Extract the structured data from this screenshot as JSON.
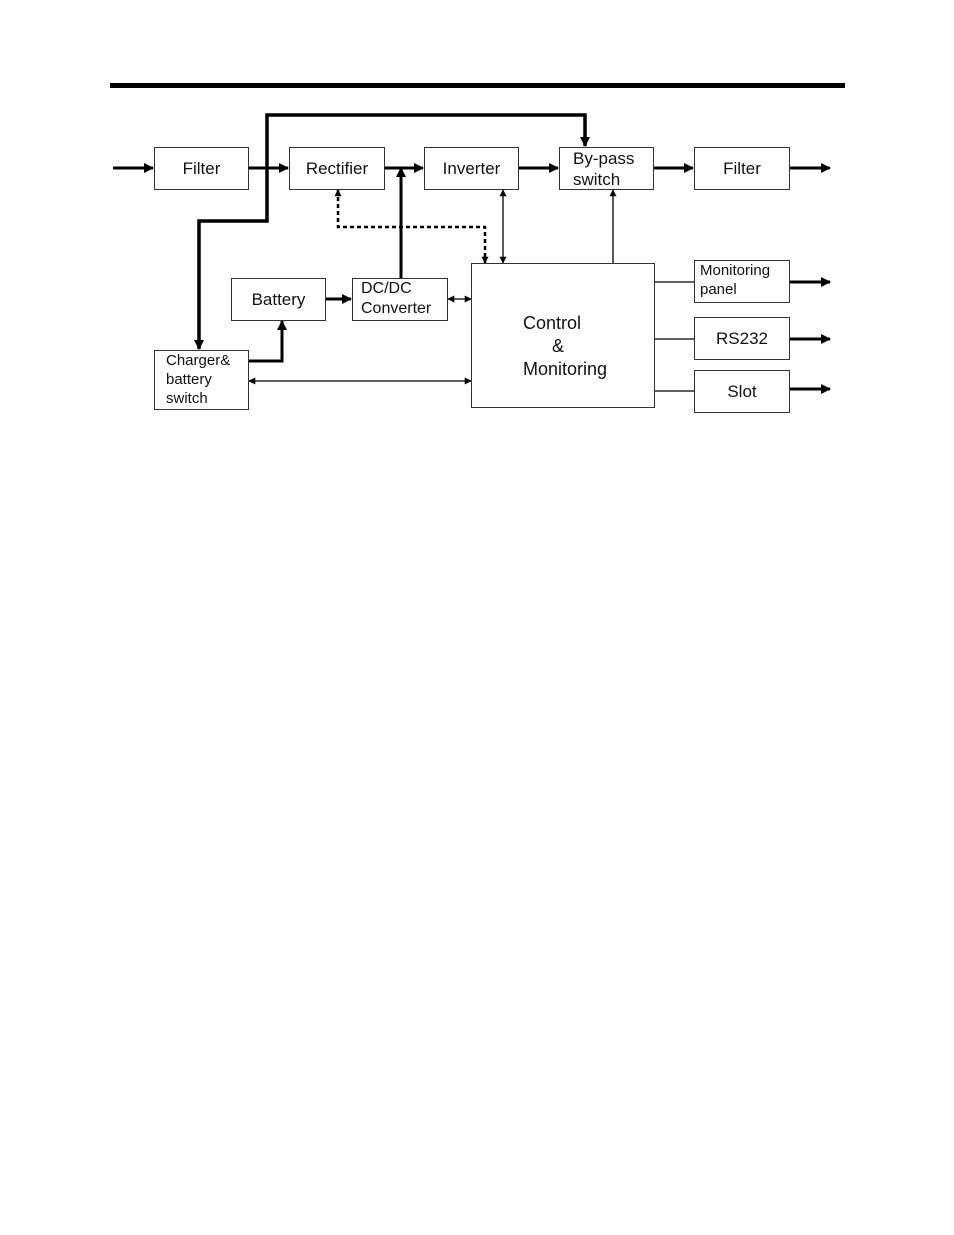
{
  "blocks": {
    "filter_in": "Filter",
    "rectifier": "Rectifier",
    "inverter": "Inverter",
    "bypass": {
      "line1": "By-pass",
      "line2": "switch"
    },
    "filter_out": "Filter",
    "battery": "Battery",
    "dcdc": {
      "line1": "DC/DC",
      "line2": "Converter"
    },
    "control": {
      "line1": "Control",
      "line2": "&",
      "line3": "Monitoring"
    },
    "charger": {
      "line1": "Charger&",
      "line2": "battery",
      "line3": "switch"
    },
    "monitoring_panel": {
      "line1": "Monitoring",
      "line2": "panel"
    },
    "rs232": "RS232",
    "slot": "Slot"
  },
  "colors": {
    "line": "#000000",
    "box_border": "#333333"
  }
}
